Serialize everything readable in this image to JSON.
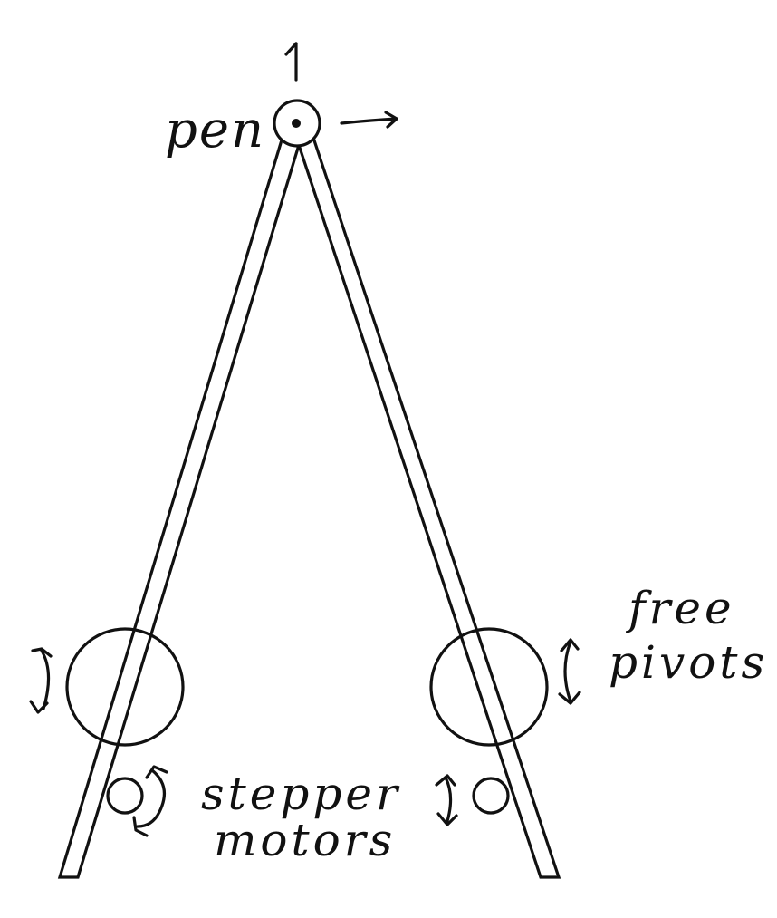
{
  "labels": {
    "pen": "pen",
    "free_line1": "free",
    "free_line2": "pivots",
    "stepper_line1": "stepper",
    "stepper_line2": "motors"
  },
  "colors": {
    "ink": "#111111",
    "background": "#ffffff"
  }
}
